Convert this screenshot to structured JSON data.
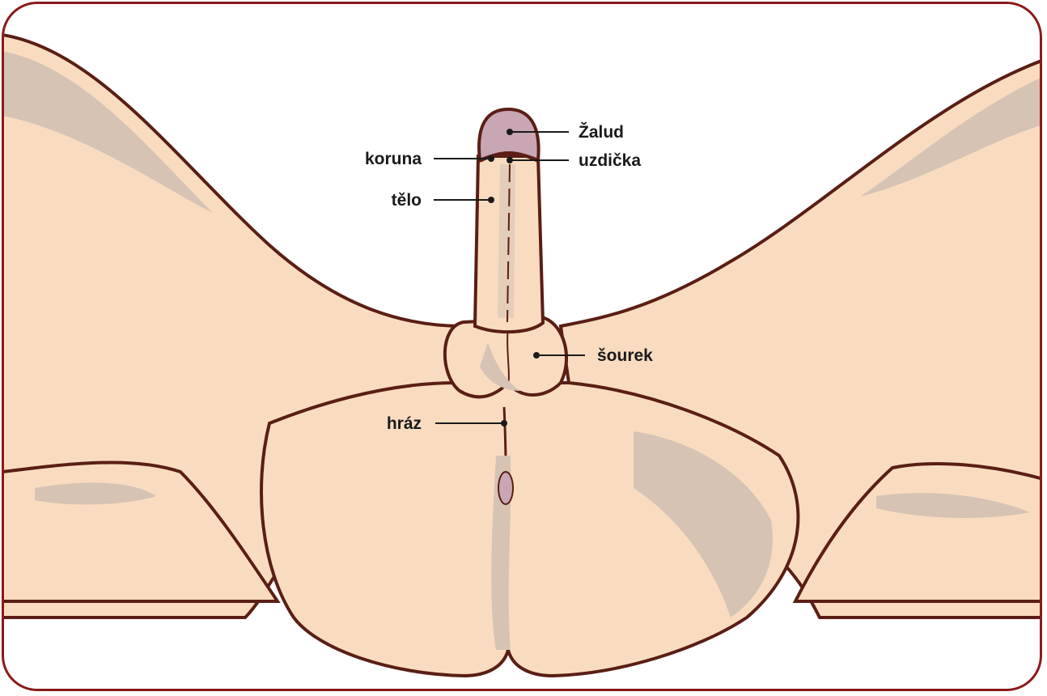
{
  "colors": {
    "border": "#8b1a1a",
    "skin": "#f9dcc0",
    "shadow": "#d6c3b4",
    "outline": "#5a1e14",
    "glans": "#c9a6b4",
    "leader": "#1a1a1a"
  },
  "labels": {
    "glans": "Žalud",
    "corona": "koruna",
    "frenulum": "uzdička",
    "shaft": "tělo",
    "scrotum": "šourek",
    "perineum": "hráz"
  }
}
